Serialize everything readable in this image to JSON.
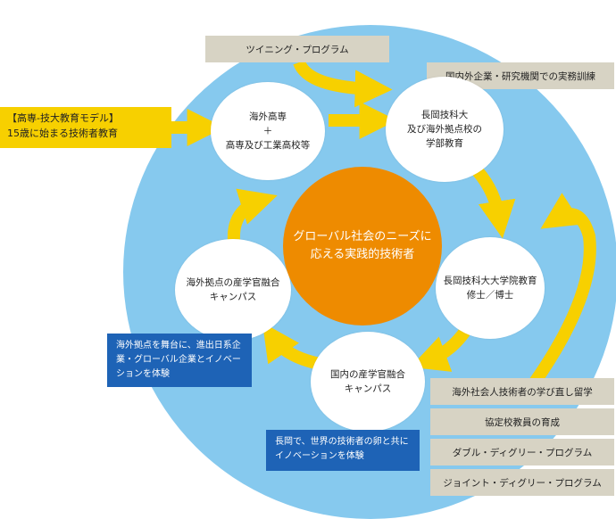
{
  "center": {
    "line1": "グローバル社会のニーズに",
    "line2": "応える実践的技術者"
  },
  "nodes": {
    "kosen": {
      "line1": "海外高専",
      "line2": "＋",
      "line3": "高専及び工業高校等"
    },
    "nagaoka": {
      "line1": "長岡技科大",
      "line2": "及び海外拠点校の",
      "line3": "学部教育"
    },
    "graduate": {
      "line1": "長岡技科大大学院教育",
      "line2": "修士／博士"
    },
    "domestic": {
      "line1": "国内の産学官融合",
      "line2": "キャンパス"
    },
    "overseas": {
      "line1": "海外拠点の産学官融合",
      "line2": "キャンパス"
    }
  },
  "top_boxes": {
    "twinning": "ツイニング・プログラム",
    "internship": "国内外企業・研究機関での実務訓練"
  },
  "left_box": {
    "line1": "【高専-技大教育モデル】",
    "line2": "15歳に始まる技術者教育"
  },
  "blue_boxes": {
    "overseas_note": {
      "line1": "海外拠点を舞台に、進出日系企",
      "line2": "業・グローバル企業とイノベー",
      "line3": "ションを体験"
    },
    "domestic_note": {
      "line1": "長岡で、世界の技術者の卵と共に",
      "line2": "イノベーションを体験"
    }
  },
  "right_boxes": [
    "海外社会人技術者の学び直し留学",
    "協定校教員の育成",
    "ダブル・ディグリー・プログラム",
    "ジョイント・ディグリー・プログラム"
  ],
  "colors": {
    "circle": "#86c9ee",
    "center": "#ee8b00",
    "arrow": "#f7d000",
    "blue_box": "#1e63b6",
    "gray_box": "#d7d3c4"
  }
}
